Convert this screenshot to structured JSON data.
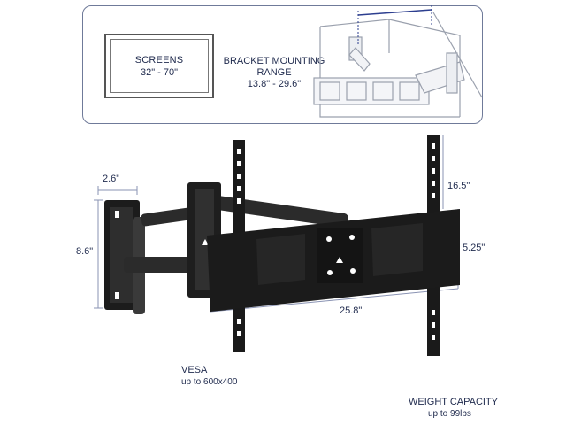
{
  "screens": {
    "title": "SCREENS",
    "range": "32\" - 70\""
  },
  "bracket_mounting": {
    "title": "BRACKET MOUNTING RANGE",
    "range": "13.8\" - 29.6\""
  },
  "dimensions": {
    "wall_plate_depth": "2.6\"",
    "wall_plate_height": "8.6\"",
    "rail_height": "16.5\"",
    "plate_height": "5.25\"",
    "plate_width": "25.8\""
  },
  "vesa": {
    "title": "VESA",
    "subtitle": "up to 600x400"
  },
  "weight": {
    "title": "WEIGHT CAPACITY",
    "subtitle": "up to 99lbs"
  },
  "colors": {
    "accent": "#1f2a4d",
    "dim_line": "#3a4a8c",
    "metal": "#1c1c1c"
  }
}
